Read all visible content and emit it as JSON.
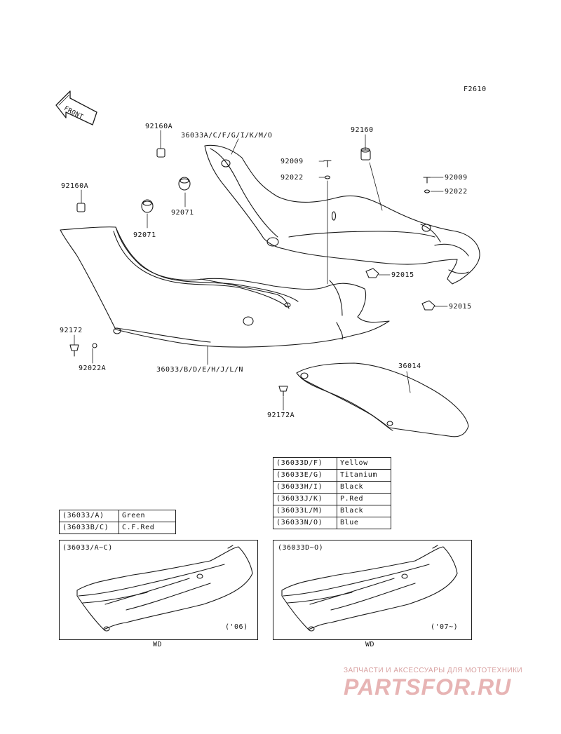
{
  "figure_code": "F2610",
  "front_label": "FRONT",
  "parts": {
    "p92160A_top": "92160A",
    "p36033A": "36033A/C/F/G/I/K/M/O",
    "p92160": "92160",
    "p92009_a": "92009",
    "p92022_a": "92022",
    "p92009_b": "92009",
    "p92022_b": "92022",
    "p92160A_left": "92160A",
    "p92071_a": "92071",
    "p92071_b": "92071",
    "p92015_a": "92015",
    "p92015_b": "92015",
    "p92172": "92172",
    "p92022A": "92022A",
    "p36033B": "36033/B/D/E/H/J/L/N",
    "p36014": "36014",
    "p92172A": "92172A"
  },
  "color_table_right": [
    {
      "code": "(36033D/F)",
      "color": "Yellow"
    },
    {
      "code": "(36033E/G)",
      "color": "Titanium"
    },
    {
      "code": "(36033H/I)",
      "color": "Black"
    },
    {
      "code": "(36033J/K)",
      "color": "P.Red"
    },
    {
      "code": "(36033L/M)",
      "color": "Black"
    },
    {
      "code": "(36033N/O)",
      "color": "Blue"
    }
  ],
  "color_table_left": [
    {
      "code": "(36033/A)",
      "color": "Green"
    },
    {
      "code": "(36033B/C)",
      "color": "C.F.Red"
    }
  ],
  "panel_left": {
    "title": "(36033/A~C)",
    "year": "('06)",
    "caption": "WD"
  },
  "panel_right": {
    "title": "(36033D~O)",
    "year": "('07~)",
    "caption": "WD"
  },
  "watermark": {
    "tagline": "ЗАПЧАСТИ И АКСЕССУАРЫ ДЛЯ МОТОТЕХНИКИ",
    "brand": "PARTSFOR.RU"
  }
}
